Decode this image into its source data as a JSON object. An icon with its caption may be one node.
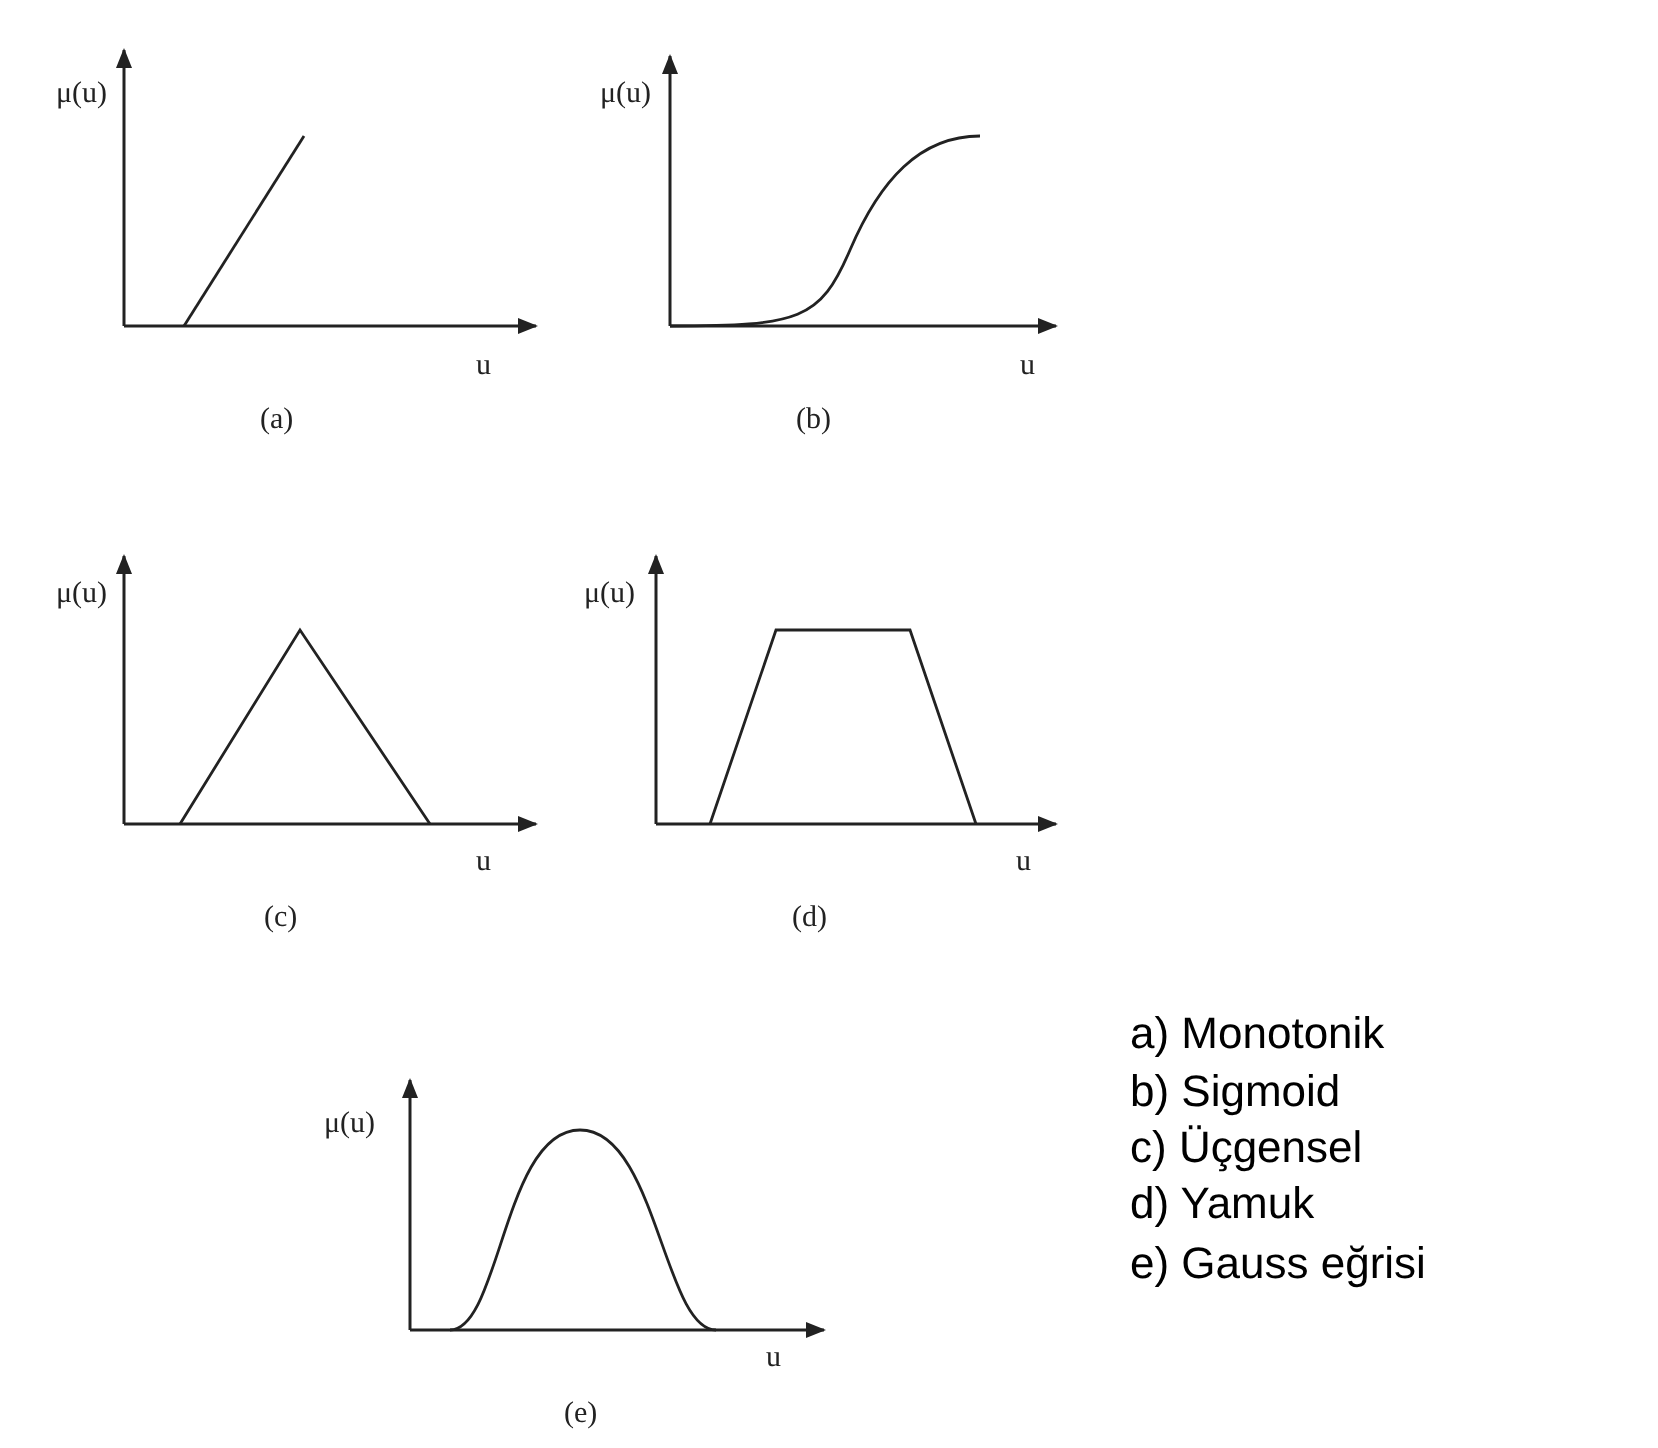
{
  "diagram": {
    "labels": [
      "μ(u)",
      "u",
      "(a)",
      "μ(u)",
      "u",
      "(b)",
      "μ(u)",
      "u",
      "(c)",
      "μ(u)",
      "u",
      "(d)",
      "μ(u)",
      "u",
      "(e)",
      "a) Monotonik",
      "b) Sigmoid",
      "c) Üçgensel",
      "d) Yamuk",
      "e) Gauss eğrisi"
    ]
  }
}
